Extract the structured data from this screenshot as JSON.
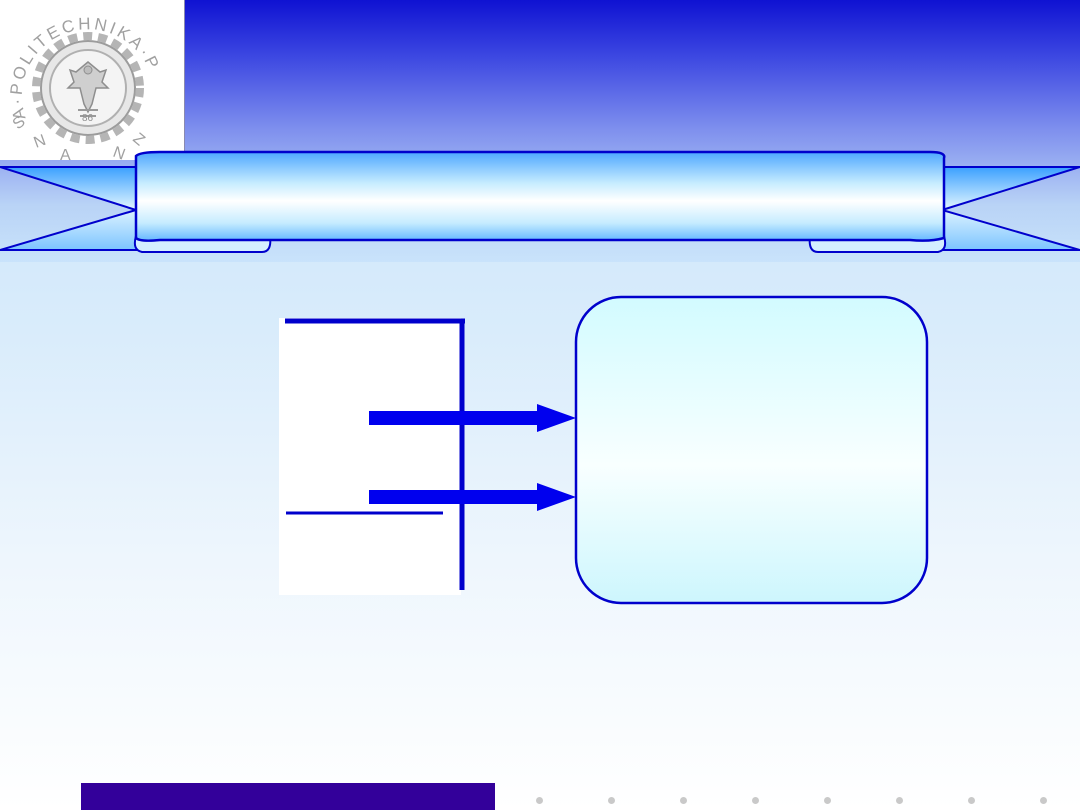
{
  "logo": {
    "name": "politechnika-poznanska-seal",
    "ring_text": "POLITECHNIKA·POZNANSKA·"
  },
  "ribbon": {
    "title": ""
  },
  "diagram": {
    "left_box_label": "",
    "right_box_label": "",
    "arrow_count": 2
  },
  "footer": {
    "bar_color": "#33009a",
    "dot_count": 8
  },
  "colors": {
    "accent": "#0000cc",
    "arrow": "#0000ee",
    "header_top": "#0f12d2",
    "box_fill": "#d6fbff"
  }
}
